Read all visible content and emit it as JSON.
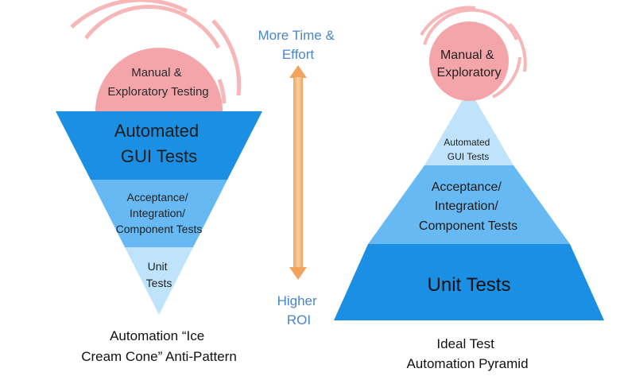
{
  "middle": {
    "top_label": [
      "More Time &",
      "Effort"
    ],
    "bottom_label": [
      "Higher",
      "ROI"
    ]
  },
  "ice_cream_cone": {
    "scoop_label": [
      "Manual &",
      "Exploratory Testing"
    ],
    "layers": [
      {
        "id": "gui",
        "lines": [
          "Automated",
          "GUI Tests"
        ]
      },
      {
        "id": "acceptance",
        "lines": [
          "Acceptance/",
          "Integration/",
          "Component Tests"
        ]
      },
      {
        "id": "unit",
        "lines": [
          "Unit",
          "Tests"
        ]
      }
    ],
    "caption": [
      "Automation “Ice",
      "Cream Cone” Anti-Pattern"
    ]
  },
  "pyramid": {
    "top_label": [
      "Manual &",
      "Exploratory"
    ],
    "layers": [
      {
        "id": "gui",
        "lines": [
          "Automated",
          "GUI Tests"
        ]
      },
      {
        "id": "acceptance",
        "lines": [
          "Acceptance/",
          "Integration/",
          "Component Tests"
        ]
      },
      {
        "id": "unit",
        "lines": [
          "Unit Tests"
        ]
      }
    ],
    "caption": [
      "Ideal Test",
      "Automation Pyramid"
    ]
  },
  "colors": {
    "pink_fill": "#f4a5a9",
    "pink_ring": "#f7b6b8",
    "blue_dark": "#1a8fe3",
    "blue_mid": "#66b9f3",
    "blue_light": "#bfe3fb",
    "arrow": "#f4b97a",
    "middle_text": "#4a86c5",
    "text": "#222222"
  }
}
